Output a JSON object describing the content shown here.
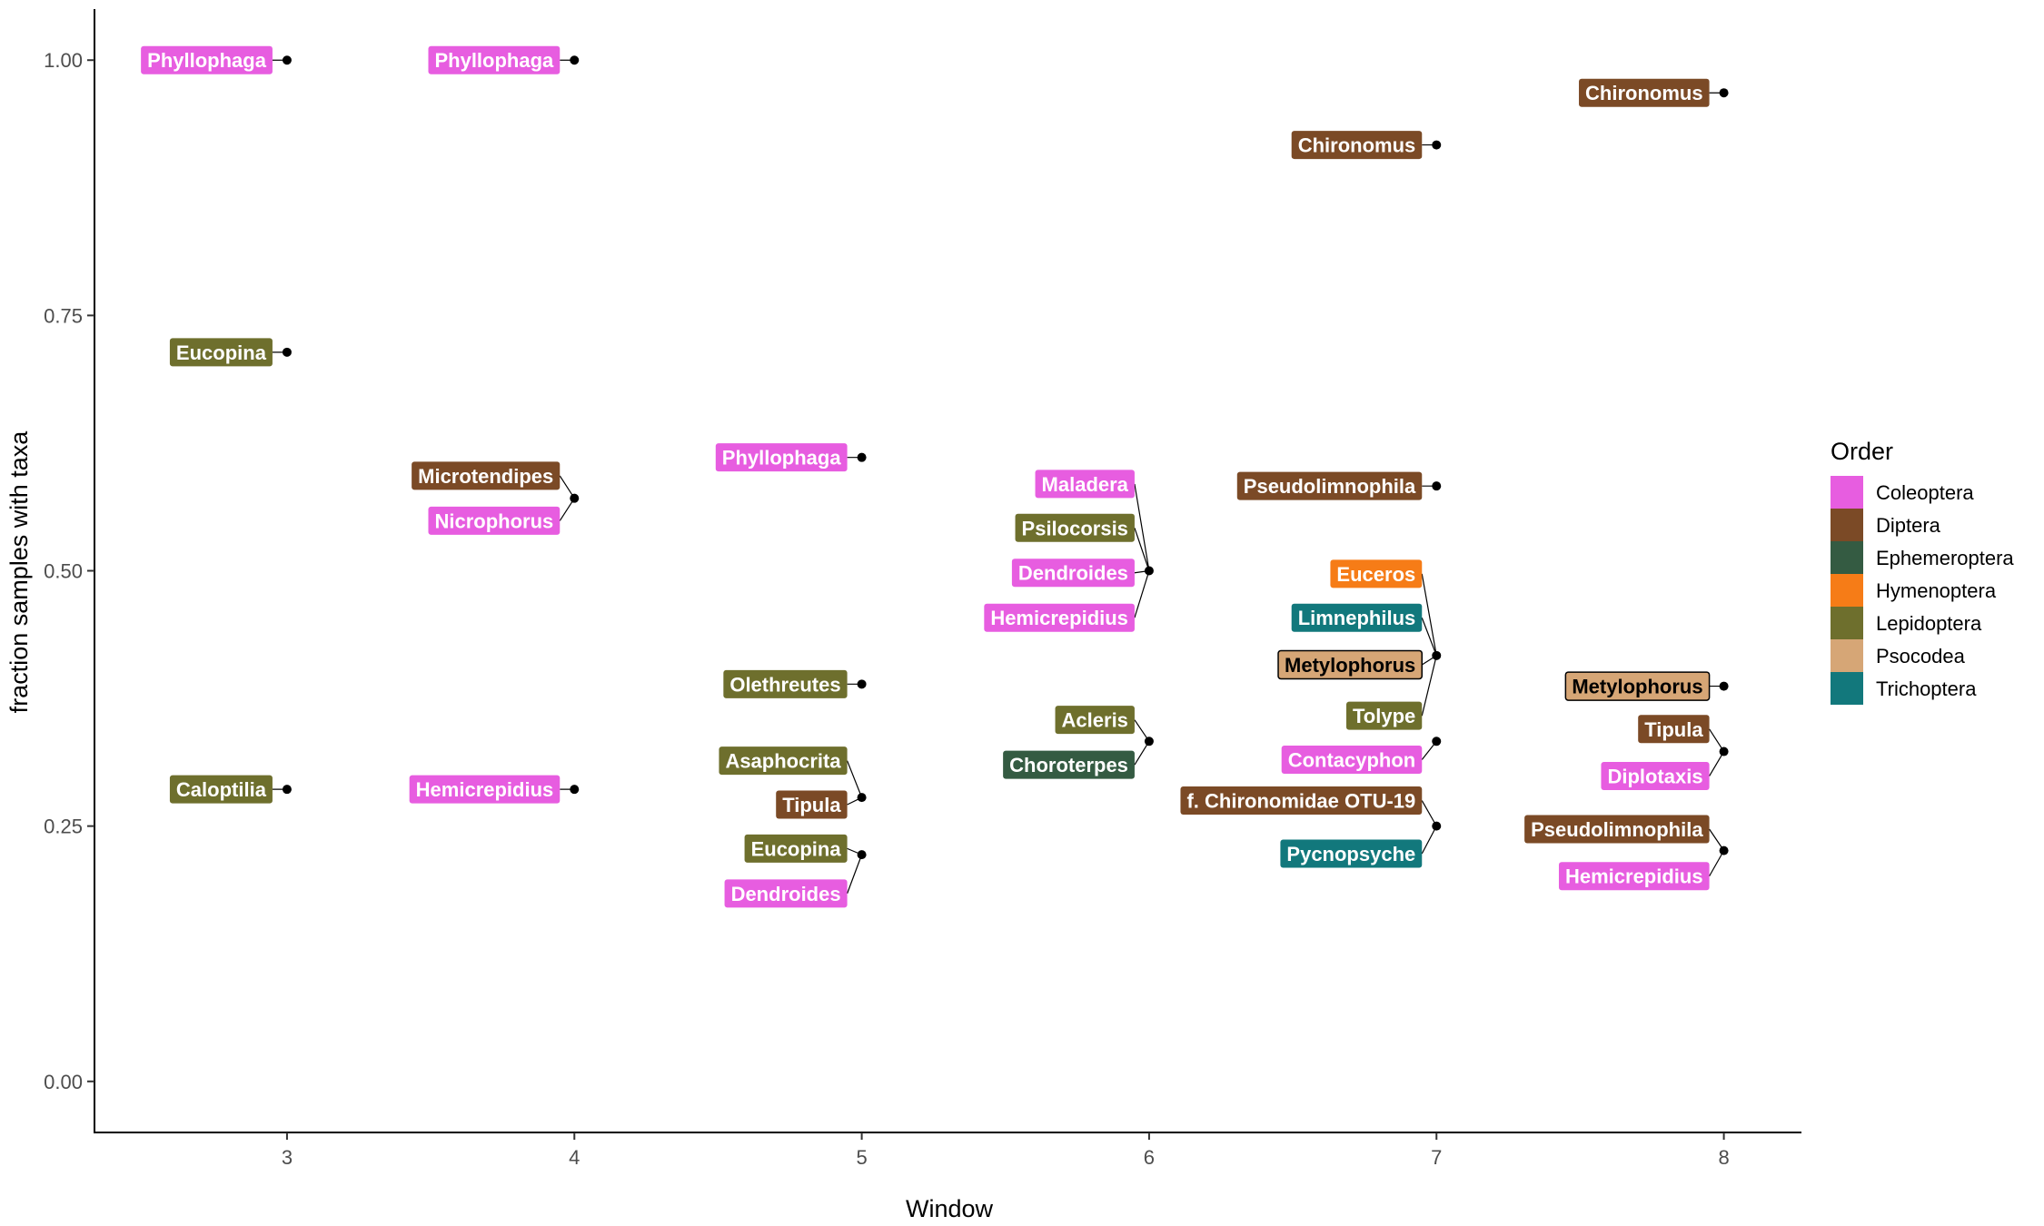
{
  "chart_data": {
    "type": "scatter",
    "xlabel": "Window",
    "ylabel": "fraction samples with taxa",
    "xlim": [
      2.33,
      8.27
    ],
    "ylim": [
      -0.05,
      1.05
    ],
    "xticks": [
      "3",
      "4",
      "5",
      "6",
      "7",
      "8"
    ],
    "yticks": [
      "0.00",
      "0.25",
      "0.50",
      "0.75",
      "1.00"
    ],
    "legend": {
      "title": "Order",
      "placement": "right",
      "entries": [
        {
          "name": "Coleoptera",
          "color": "#E75DE0"
        },
        {
          "name": "Diptera",
          "color": "#7B4A26"
        },
        {
          "name": "Ephemeroptera",
          "color": "#345B42"
        },
        {
          "name": "Hymenoptera",
          "color": "#F67C17"
        },
        {
          "name": "Lepidoptera",
          "color": "#6E6F2D"
        },
        {
          "name": "Psocodea",
          "color": "#D6A676"
        },
        {
          "name": "Trichoptera",
          "color": "#12787C"
        }
      ]
    },
    "points": [
      {
        "x": 3,
        "y": 1.0,
        "labels": [
          {
            "taxon": "Phyllophaga",
            "order": "Coleoptera",
            "ly": 1.0
          }
        ]
      },
      {
        "x": 3,
        "y": 0.714,
        "labels": [
          {
            "taxon": "Eucopina",
            "order": "Lepidoptera",
            "ly": 0.714
          }
        ]
      },
      {
        "x": 3,
        "y": 0.286,
        "labels": [
          {
            "taxon": "Caloptilia",
            "order": "Lepidoptera",
            "ly": 0.286
          }
        ]
      },
      {
        "x": 4,
        "y": 1.0,
        "labels": [
          {
            "taxon": "Phyllophaga",
            "order": "Coleoptera",
            "ly": 1.0
          }
        ]
      },
      {
        "x": 4,
        "y": 0.571,
        "labels": [
          {
            "taxon": "Microtendipes",
            "order": "Diptera",
            "ly": 0.593
          },
          {
            "taxon": "Nicrophorus",
            "order": "Coleoptera",
            "ly": 0.549
          }
        ]
      },
      {
        "x": 4,
        "y": 0.286,
        "labels": [
          {
            "taxon": "Hemicrepidius",
            "order": "Coleoptera",
            "ly": 0.286
          }
        ]
      },
      {
        "x": 5,
        "y": 0.611,
        "labels": [
          {
            "taxon": "Phyllophaga",
            "order": "Coleoptera",
            "ly": 0.611
          }
        ]
      },
      {
        "x": 5,
        "y": 0.389,
        "labels": [
          {
            "taxon": "Olethreutes",
            "order": "Lepidoptera",
            "ly": 0.389
          }
        ]
      },
      {
        "x": 5,
        "y": 0.278,
        "labels": [
          {
            "taxon": "Asaphocrita",
            "order": "Lepidoptera",
            "ly": 0.314
          },
          {
            "taxon": "Tipula",
            "order": "Diptera",
            "ly": 0.271
          }
        ]
      },
      {
        "x": 5,
        "y": 0.222,
        "labels": [
          {
            "taxon": "Eucopina",
            "order": "Lepidoptera",
            "ly": 0.228
          },
          {
            "taxon": "Dendroides",
            "order": "Coleoptera",
            "ly": 0.184
          }
        ]
      },
      {
        "x": 6,
        "y": 0.5,
        "labels": [
          {
            "taxon": "Maladera",
            "order": "Coleoptera",
            "ly": 0.585
          },
          {
            "taxon": "Psilocorsis",
            "order": "Lepidoptera",
            "ly": 0.542
          },
          {
            "taxon": "Dendroides",
            "order": "Coleoptera",
            "ly": 0.498
          },
          {
            "taxon": "Hemicrepidius",
            "order": "Coleoptera",
            "ly": 0.454
          }
        ]
      },
      {
        "x": 6,
        "y": 0.333,
        "labels": [
          {
            "taxon": "Acleris",
            "order": "Lepidoptera",
            "ly": 0.354
          },
          {
            "taxon": "Choroterpes",
            "order": "Ephemeroptera",
            "ly": 0.31
          }
        ]
      },
      {
        "x": 7,
        "y": 0.917,
        "labels": [
          {
            "taxon": "Chironomus",
            "order": "Diptera",
            "ly": 0.917
          }
        ]
      },
      {
        "x": 7,
        "y": 0.583,
        "labels": [
          {
            "taxon": "Pseudolimnophila",
            "order": "Diptera",
            "ly": 0.583
          }
        ]
      },
      {
        "x": 7,
        "y": 0.417,
        "labels": [
          {
            "taxon": "Euceros",
            "order": "Hymenoptera",
            "ly": 0.497
          },
          {
            "taxon": "Limnephilus",
            "order": "Trichoptera",
            "ly": 0.454
          },
          {
            "taxon": "Metylophorus",
            "order": "Psocodea",
            "ly": 0.408
          },
          {
            "taxon": "Tolype",
            "order": "Lepidoptera",
            "ly": 0.358
          }
        ]
      },
      {
        "x": 7,
        "y": 0.333,
        "labels": [
          {
            "taxon": "Contacyphon",
            "order": "Coleoptera",
            "ly": 0.315
          }
        ]
      },
      {
        "x": 7,
        "y": 0.25,
        "labels": [
          {
            "taxon": "f. Chironomidae OTU-19",
            "order": "Diptera",
            "ly": 0.275
          },
          {
            "taxon": "Pycnopsyche",
            "order": "Trichoptera",
            "ly": 0.223
          }
        ]
      },
      {
        "x": 8,
        "y": 0.968,
        "labels": [
          {
            "taxon": "Chironomus",
            "order": "Diptera",
            "ly": 0.968
          }
        ]
      },
      {
        "x": 8,
        "y": 0.387,
        "labels": [
          {
            "taxon": "Metylophorus",
            "order": "Psocodea",
            "ly": 0.387
          }
        ]
      },
      {
        "x": 8,
        "y": 0.323,
        "labels": [
          {
            "taxon": "Tipula",
            "order": "Diptera",
            "ly": 0.345
          },
          {
            "taxon": "Diplotaxis",
            "order": "Coleoptera",
            "ly": 0.299
          }
        ]
      },
      {
        "x": 8,
        "y": 0.226,
        "labels": [
          {
            "taxon": "Pseudolimnophila",
            "order": "Diptera",
            "ly": 0.247
          },
          {
            "taxon": "Hemicrepidius",
            "order": "Coleoptera",
            "ly": 0.201
          }
        ]
      }
    ]
  }
}
